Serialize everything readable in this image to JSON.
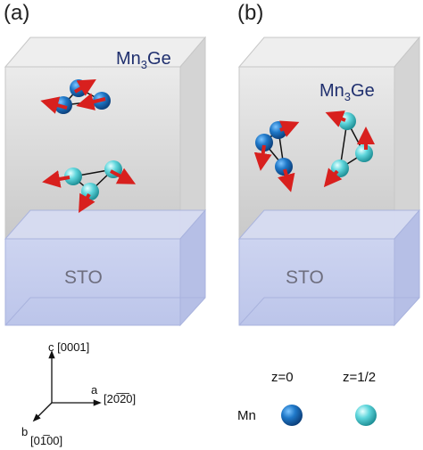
{
  "panels": [
    {
      "label": "(a)",
      "material": "Mn",
      "material_sub": "3",
      "material_tail": "Ge",
      "substrate": "STO"
    },
    {
      "label": "(b)",
      "material": "Mn",
      "material_sub": "3",
      "material_tail": "Ge",
      "substrate": "STO"
    }
  ],
  "axes": {
    "c": "c",
    "c_dir": "[0001]",
    "a": "a",
    "a_dir": "[20̅2̅0]",
    "b": "b",
    "b_dir": "[01̅00]"
  },
  "legend": {
    "element": "Mn",
    "z0": "z=0",
    "z_half": "z=1/2",
    "z0_color": "#1f78c8",
    "z_half_color": "#5fd6dc"
  },
  "colors": {
    "arrow": "#d8201e",
    "film": "#d9d9d9",
    "substrate": "#c8d0ee"
  }
}
